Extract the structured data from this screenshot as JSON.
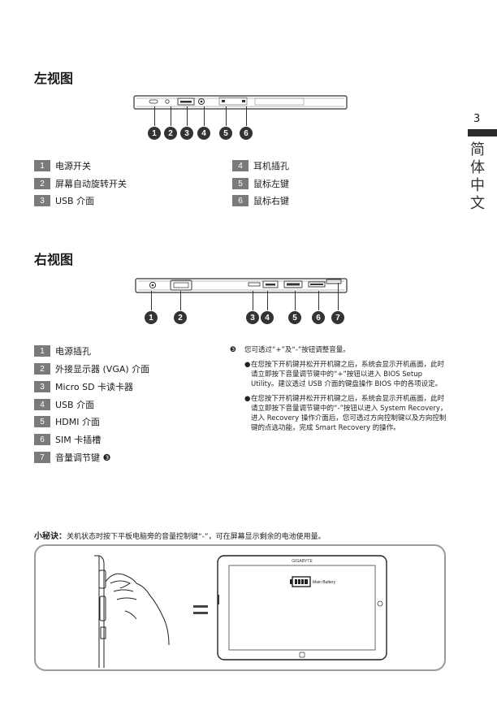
{
  "page": {
    "number": "3",
    "language_tab": [
      "简",
      "体",
      "中",
      "文"
    ]
  },
  "left_view": {
    "title": "左视图",
    "callouts": [
      "1",
      "2",
      "3",
      "4",
      "5",
      "6"
    ],
    "items": [
      {
        "num": "1",
        "label": "电源开关"
      },
      {
        "num": "2",
        "label": "屏幕自动旋转开关"
      },
      {
        "num": "3",
        "label": "USB 介面"
      },
      {
        "num": "4",
        "label": "耳机插孔"
      },
      {
        "num": "5",
        "label": "鼠标左键"
      },
      {
        "num": "6",
        "label": "鼠标右键"
      }
    ]
  },
  "right_view": {
    "title": "右视图",
    "callouts": [
      "1",
      "2",
      "3",
      "4",
      "5",
      "6",
      "7"
    ],
    "items": [
      {
        "num": "1",
        "label": "电源插孔"
      },
      {
        "num": "2",
        "label": "外接显示器 (VGA) 介面"
      },
      {
        "num": "3",
        "label": "Micro SD 卡读卡器"
      },
      {
        "num": "4",
        "label": "USB 介面"
      },
      {
        "num": "5",
        "label": "HDMI 介面"
      },
      {
        "num": "6",
        "label": "SIM 卡插槽"
      },
      {
        "num": "7",
        "label": "音量调节键 ❸"
      }
    ]
  },
  "volume_note": {
    "marker": "❸",
    "heading": "您可透过“+”及“-”按钮调整音量。",
    "bullets": [
      "在您按下开机键并松开开机键之后，系统会显示开机画面，此时请立即按下音量调节键中的“+”按钮以进入 BIOS Setup Utility。建议透过 USB 介面的键盘操作 BIOS 中的各项设定。",
      "在您按下开机键并松开开机键之后，系统会显示开机画面，此时请立即按下音量调节键中的“-”按钮以进入 System Recovery，进入 Recovery 操作介面后，您可透过方向控制键以及方向控制键的点选功能，完成 Smart Recovery 的操作。"
    ]
  },
  "tip": {
    "label": "小秘诀：",
    "text": "关机状态时按下平板电脑旁的音量控制键“-”，可在屏幕显示剩余的电池使用量。",
    "brand": "GIGABYTE",
    "battery_label": "Main Battery"
  }
}
